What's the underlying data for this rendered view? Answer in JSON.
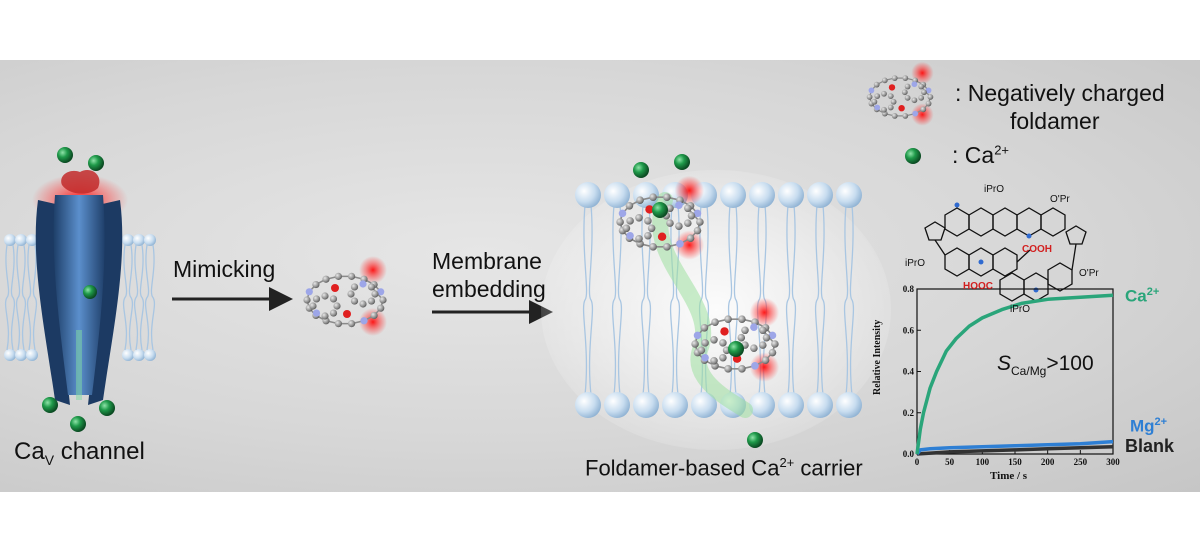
{
  "labels": {
    "mimicking": "Mimicking",
    "membrane_line1": "Membrane",
    "membrane_line2": "embedding",
    "cav_main": "Ca",
    "cav_sub": "V",
    "cav_suffix": " channel",
    "carrier_prefix": "Foldamer-based Ca",
    "carrier_sup": "2+",
    "carrier_suffix": " carrier"
  },
  "legend": {
    "foldamer_line1": ": Negatively charged",
    "foldamer_line2": "foldamer",
    "ca_prefix": ": Ca",
    "ca_sup": "2+"
  },
  "structure_labels": {
    "ipro_top_left": "iPrO",
    "opr_top_right": "O'Pr",
    "ipro_left": "iPrO",
    "cooh": "COOH",
    "hooc": "HOOC",
    "opr_right": "O'Pr",
    "ipro_bottom": "iPrO"
  },
  "selectivity": {
    "s": "S",
    "sub": "Ca/Mg",
    "value": ">100"
  },
  "chart_data": {
    "type": "line",
    "xlabel": "Time / s",
    "ylabel": "Relative Intensity",
    "xlim": [
      0,
      300
    ],
    "ylim": [
      0,
      0.8
    ],
    "xticks": [
      "0",
      "50",
      "100",
      "150",
      "200",
      "250",
      "300"
    ],
    "yticks": [
      "0.0",
      "0.2",
      "0.4",
      "0.6",
      "0.8"
    ],
    "series": [
      {
        "name": "Ca2+",
        "label": "Ca",
        "sup": "2+",
        "color": "#2aa57a",
        "x": [
          0,
          5,
          10,
          20,
          30,
          45,
          60,
          80,
          100,
          130,
          160,
          200,
          250,
          300
        ],
        "y": [
          0.0,
          0.12,
          0.2,
          0.32,
          0.4,
          0.5,
          0.56,
          0.62,
          0.66,
          0.7,
          0.73,
          0.75,
          0.76,
          0.77
        ]
      },
      {
        "name": "Mg2+",
        "label": "Mg",
        "sup": "2+",
        "color": "#2e7fd4",
        "x": [
          0,
          5,
          20,
          50,
          100,
          150,
          200,
          250,
          300
        ],
        "y": [
          0.0,
          0.02,
          0.025,
          0.03,
          0.035,
          0.04,
          0.045,
          0.05,
          0.06
        ]
      },
      {
        "name": "Blank",
        "label": "Blank",
        "color": "#333333",
        "x": [
          0,
          50,
          100,
          150,
          200,
          250,
          300
        ],
        "y": [
          0.0,
          0.01,
          0.015,
          0.02,
          0.025,
          0.03,
          0.035
        ]
      }
    ]
  },
  "colors": {
    "ca_ion": "#1f9a4a",
    "channel": "#3c6fa8",
    "glow": "#ff2a2a",
    "lipid_head": "#bcd6ee"
  }
}
